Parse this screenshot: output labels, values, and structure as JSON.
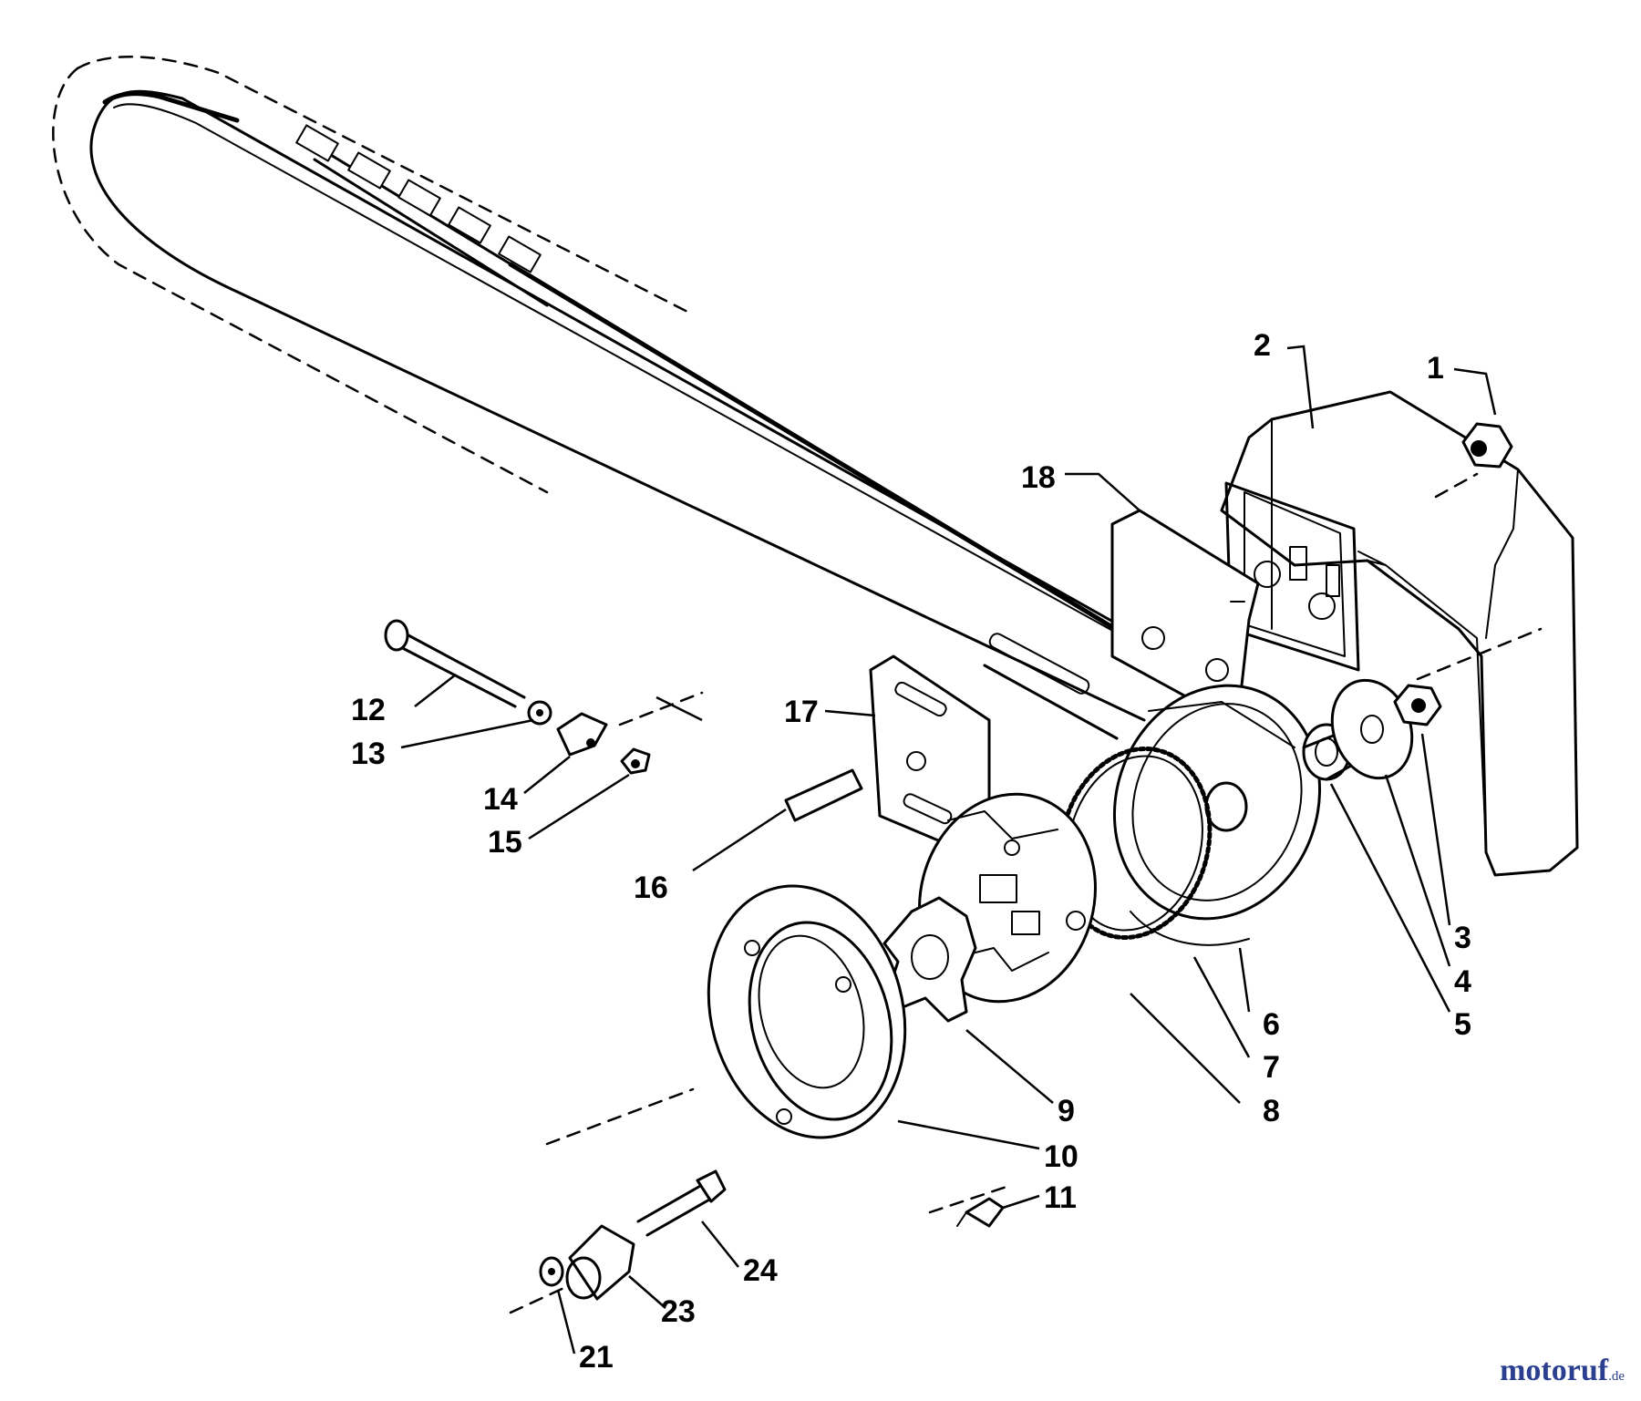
{
  "diagram": {
    "labels": {
      "p1": "1",
      "p2": "2",
      "p3": "3",
      "p4": "4",
      "p5": "5",
      "p6": "6",
      "p7": "7",
      "p8": "8",
      "p9": "9",
      "p10": "10",
      "p11": "11",
      "p12": "12",
      "p13": "13",
      "p14": "14",
      "p15": "15",
      "p16": "16",
      "p17": "17",
      "p18": "18",
      "p21": "21",
      "p23": "23",
      "p24": "24"
    }
  },
  "watermark": {
    "main": "motoruf",
    "tld": ".de"
  }
}
